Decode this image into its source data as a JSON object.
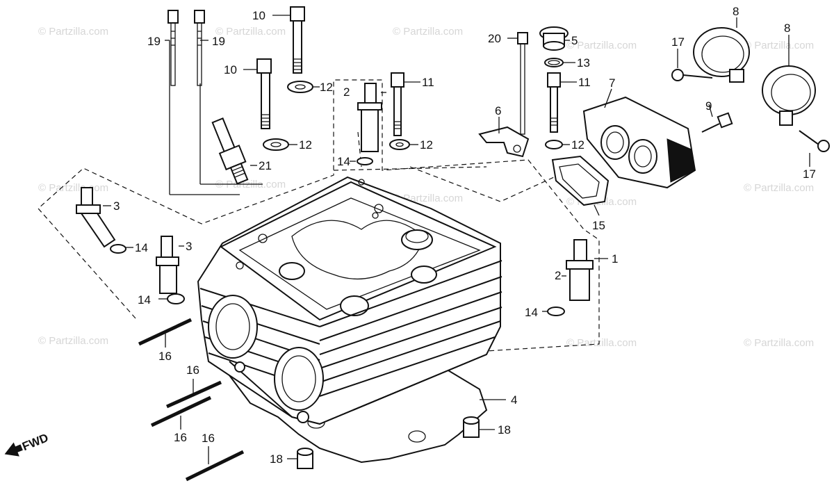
{
  "watermark": {
    "text": "© Partzilla.com"
  },
  "direction_label": "FWD",
  "callouts": {
    "c1": "1",
    "c2a": "2",
    "c2b": "2",
    "c3a": "3",
    "c3b": "3",
    "c4": "4",
    "c5": "5",
    "c6": "6",
    "c7": "7",
    "c8a": "8",
    "c8b": "8",
    "c9": "9",
    "c10a": "10",
    "c10b": "10",
    "c11a": "11",
    "c11b": "11",
    "c12a": "12",
    "c12b": "12",
    "c12c": "12",
    "c12d": "12",
    "c13": "13",
    "c14a": "14",
    "c14b": "14",
    "c14c": "14",
    "c14d": "14",
    "c15": "15",
    "c16a": "16",
    "c16b": "16",
    "c16c": "16",
    "c16d": "16",
    "c17a": "17",
    "c17b": "17",
    "c18a": "18",
    "c18b": "18",
    "c19a": "19",
    "c19b": "19",
    "c20": "20",
    "c21": "21"
  }
}
